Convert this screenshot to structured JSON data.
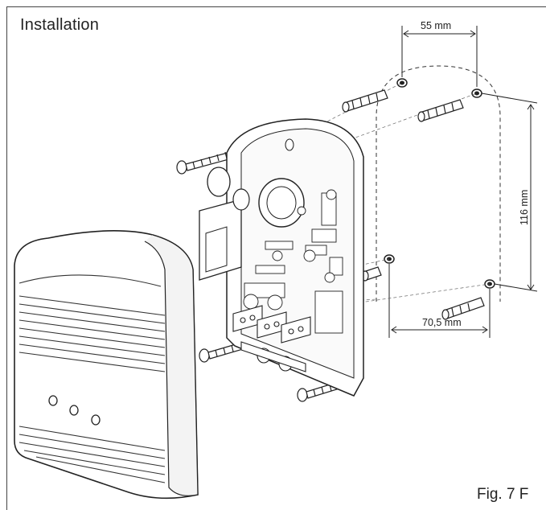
{
  "title": "Installation",
  "figure_caption": "Fig. 7 F",
  "dimensions": {
    "hole_spacing_top": "55 mm",
    "hole_spacing_vertical": "116 mm",
    "hole_spacing_bottom": "70,5 mm"
  },
  "colors": {
    "line": "#222222",
    "background": "#ffffff"
  },
  "icons": [
    "wall-plug-icon",
    "screw-icon",
    "mounting-hole-icon"
  ]
}
